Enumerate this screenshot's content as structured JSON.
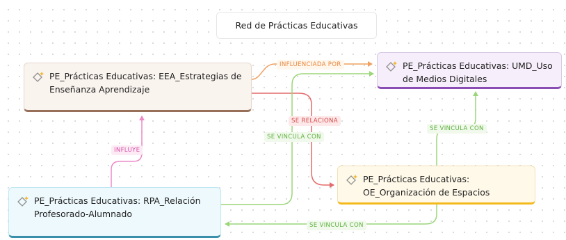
{
  "title": "Red de Prácticas Educativas",
  "icon_name": "diamond-sparkle-icon",
  "nodes": {
    "eea": {
      "label": "PE_Prácticas Educativas: EEA_Estrategias de Enseñanza Aprendizaje",
      "accent": "#98705a"
    },
    "umd": {
      "label": "PE_Prácticas Educativas: UMD_Uso de Medios Digitales",
      "accent": "#8a4db4"
    },
    "oe": {
      "label": "PE_Prácticas Educativas: OE_Organización de Espacios",
      "accent": "#f4b91c"
    },
    "rpa": {
      "label": "PE_Prácticas Educativas: RPA_Relación Profesorado-Alumnado",
      "accent": "#3a8faa"
    }
  },
  "edges": {
    "influenciada_por": {
      "label": "INFLUENCIADA POR",
      "from": "eea",
      "to": "umd",
      "color": "#f0a061"
    },
    "se_relaciona": {
      "label": "SE RELACIONA",
      "from": "eea",
      "to": "oe",
      "color": "#e46a6a"
    },
    "se_vincula_rpa_umd": {
      "label": "SE VINCULA CON",
      "from": "rpa",
      "to": "umd",
      "color": "#9bd67a"
    },
    "se_vincula_oe_umd": {
      "label": "SE VINCULA CON",
      "from": "oe",
      "to": "umd",
      "color": "#9bd67a"
    },
    "se_vincula_oe_rpa": {
      "label": "SE VINCULA CON",
      "from": "oe",
      "to": "rpa",
      "color": "#9bd67a"
    },
    "influye": {
      "label": "INFLUYE",
      "from": "rpa",
      "to": "eea",
      "color": "#ec8bc8"
    }
  }
}
